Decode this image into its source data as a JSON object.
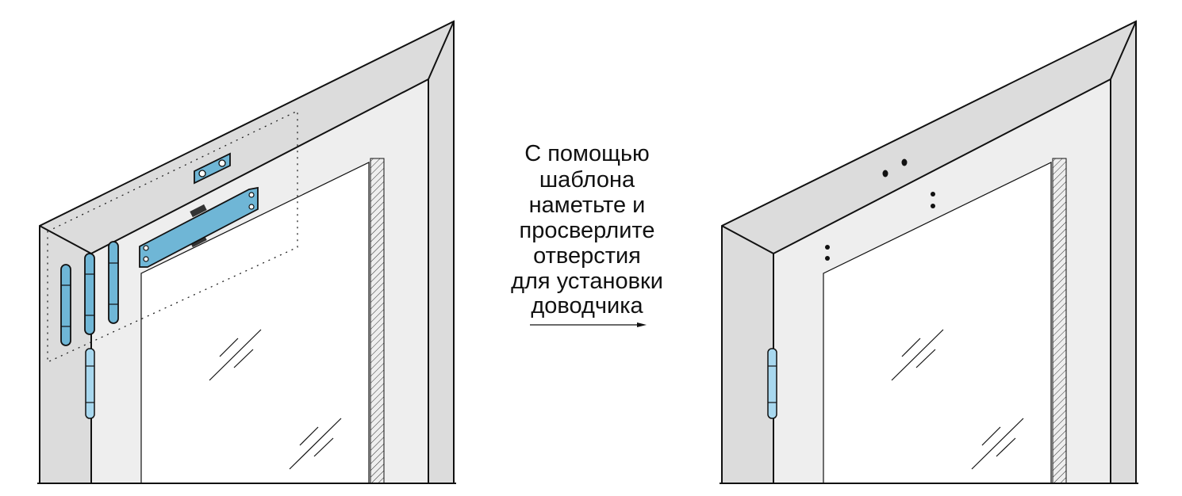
{
  "instruction": {
    "lines": [
      "С помощью",
      "шаблона",
      "наметьте и",
      "просверлите",
      "отверстия",
      "для установки",
      "доводчика"
    ]
  },
  "figures": {
    "left": "door-with-template",
    "right": "door-with-drilled-holes"
  },
  "colors": {
    "template_blue": "#6fb6d6",
    "hinge_blue": "#a8d8ef",
    "frame_side": "#dcdcdc",
    "frame_front": "#eeeeee"
  }
}
